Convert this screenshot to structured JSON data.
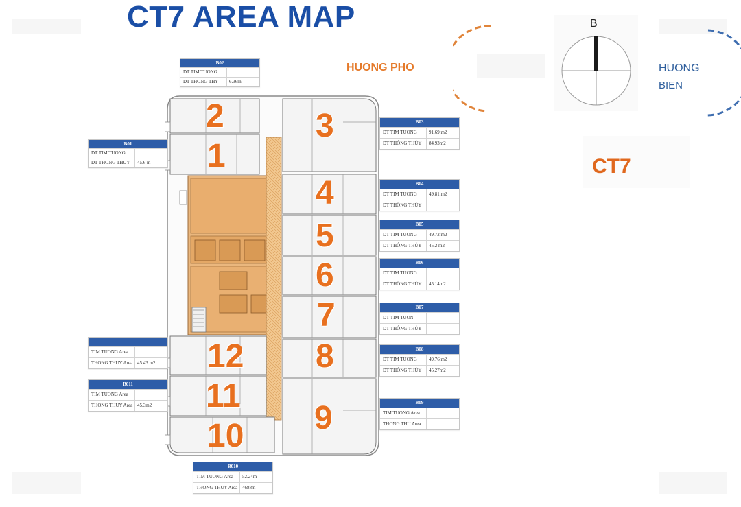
{
  "title": "CT7 AREA MAP",
  "streets": {
    "north": "HUONG PHO",
    "east_1": "HUONG",
    "east_2": "BIEN"
  },
  "compass": {
    "north_label": "B"
  },
  "building_label": "CT7",
  "colors": {
    "title": "#1a4ea6",
    "accent_orange": "#e8701f",
    "header_blue": "#2e5da8",
    "core_fill": "#e8b47a"
  },
  "units": [
    {
      "id": "1",
      "number": "1"
    },
    {
      "id": "2",
      "number": "2"
    },
    {
      "id": "3",
      "number": "3"
    },
    {
      "id": "4",
      "number": "4"
    },
    {
      "id": "5",
      "number": "5"
    },
    {
      "id": "6",
      "number": "6"
    },
    {
      "id": "7",
      "number": "7"
    },
    {
      "id": "8",
      "number": "8"
    },
    {
      "id": "9",
      "number": "9"
    },
    {
      "id": "10",
      "number": "10"
    },
    {
      "id": "11",
      "number": "11"
    },
    {
      "id": "12",
      "number": "12"
    }
  ],
  "cards": {
    "b02": {
      "header": "B02",
      "rows": [
        {
          "k": "DT TIM TUONG",
          "v": ""
        },
        {
          "k": "DT THONG THY",
          "v": "6.36m"
        }
      ]
    },
    "b01": {
      "header": "B01",
      "rows": [
        {
          "k": "DT TIM TUONG",
          "v": ""
        },
        {
          "k": "DT THONG THUY",
          "v": "45.6 m"
        }
      ]
    },
    "b03": {
      "header": "B03",
      "rows": [
        {
          "k": "DT TIM TUONG",
          "v": "91.69 m2"
        },
        {
          "k": "DT THÔNG THỦY",
          "v": "84.93m2"
        }
      ]
    },
    "b04": {
      "header": "B04",
      "rows": [
        {
          "k": "DT TIM TUONG",
          "v": "49.81 m2"
        },
        {
          "k": "DT THÔNG THỦY",
          "v": ""
        }
      ]
    },
    "b05": {
      "header": "B05",
      "rows": [
        {
          "k": "DT TIM TUONG",
          "v": "49.72 m2"
        },
        {
          "k": "DT THÔNG THỦY",
          "v": "45.2 m2"
        }
      ]
    },
    "b06": {
      "header": "B06",
      "rows": [
        {
          "k": "DT TIM TUONG",
          "v": ""
        },
        {
          "k": "DT THÔNG THỦY",
          "v": "45.14m2"
        }
      ]
    },
    "b07": {
      "header": "B07",
      "rows": [
        {
          "k": "DT TIM TUON",
          "v": ""
        },
        {
          "k": "DT THÔNG THỦY",
          "v": ""
        }
      ]
    },
    "b08": {
      "header": "B08",
      "rows": [
        {
          "k": "DT TIM TUONG",
          "v": "49.76 m2"
        },
        {
          "k": "DT THÔNG THỦY",
          "v": "45.27m2"
        }
      ]
    },
    "b09": {
      "header": "B09",
      "rows": [
        {
          "k": "TIM TUONG Area",
          "v": ""
        },
        {
          "k": "THONG THU Area",
          "v": ""
        }
      ]
    },
    "b012": {
      "header": "",
      "rows": [
        {
          "k": "TIM TUONG Area",
          "v": ""
        },
        {
          "k": "THONG THUY Area",
          "v": "45.43 m2"
        }
      ]
    },
    "b011": {
      "header": "B011",
      "rows": [
        {
          "k": "TIM TUONG Area",
          "v": ""
        },
        {
          "k": "THONG THUY Area",
          "v": "45.3m2"
        }
      ]
    },
    "b010": {
      "header": "B010",
      "rows": [
        {
          "k": "TIM TUONG Area",
          "v": "52.24m"
        },
        {
          "k": "THONG THUY Area",
          "v": "4688m"
        }
      ]
    }
  }
}
